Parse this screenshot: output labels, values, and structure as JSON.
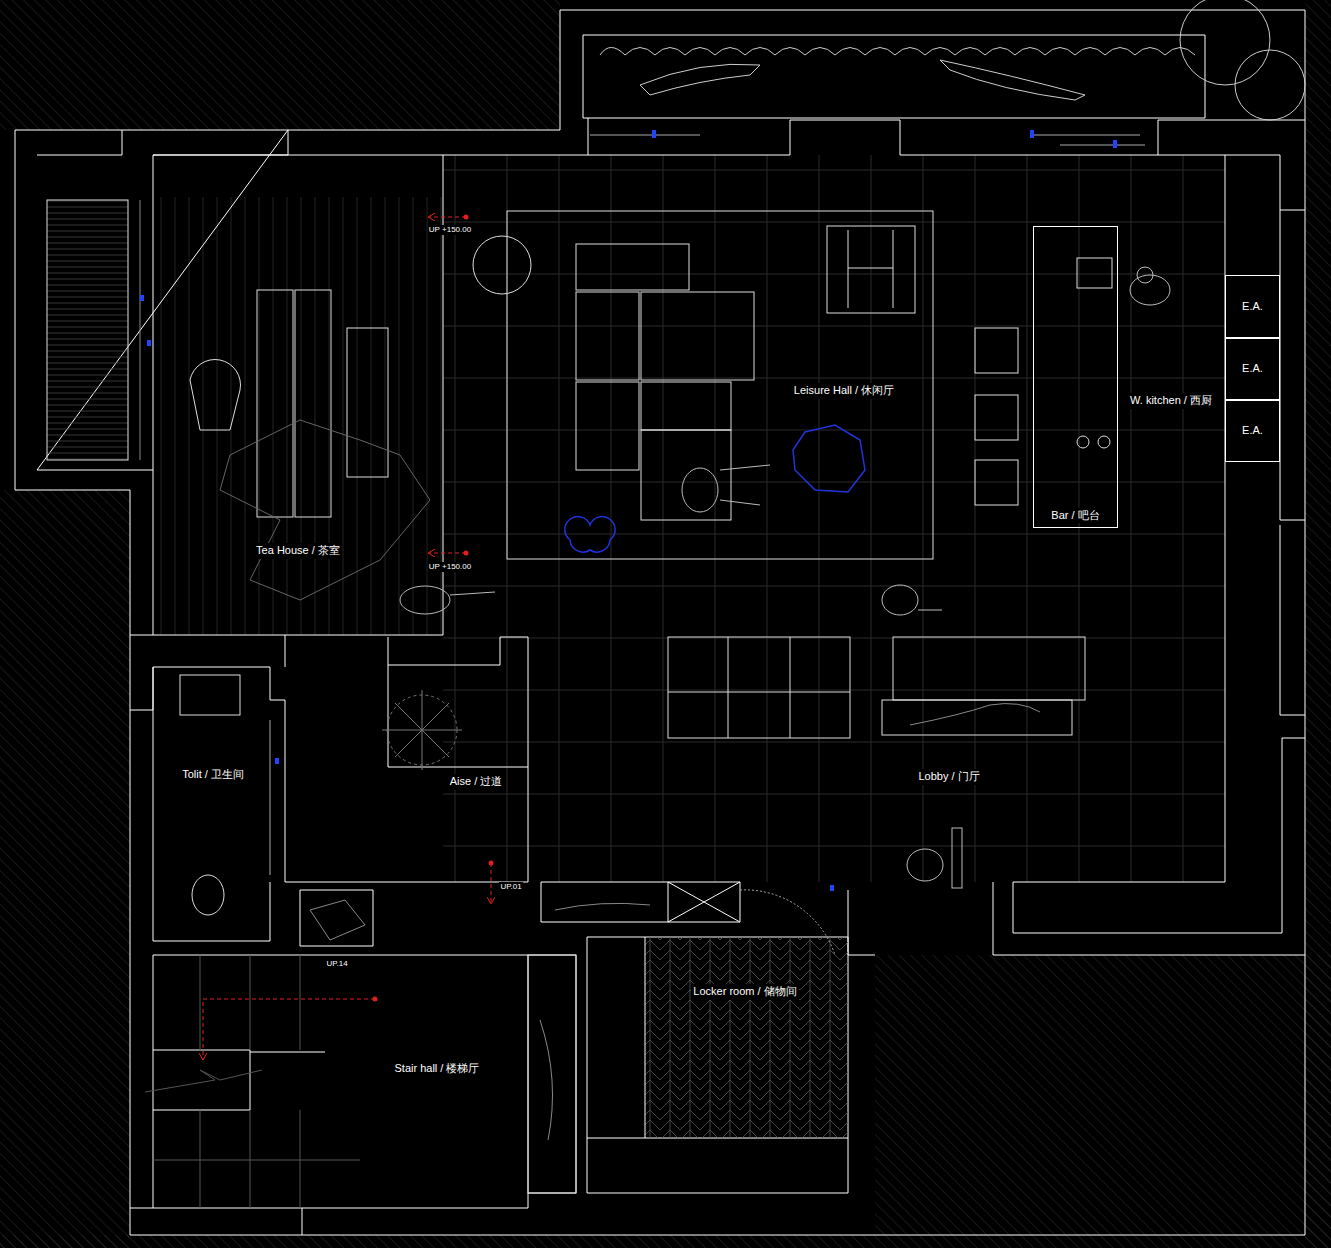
{
  "diagram": {
    "nodes": [
      {
        "text": [
          "Bar / 吧台"
        ]
      },
      {
        "text": [
          "E.A."
        ]
      },
      {
        "text": [
          "E.A."
        ]
      },
      {
        "text": [
          "E.A."
        ]
      }
    ],
    "labels": [
      "UP +150.00",
      "Leisure Hall / 休闲厅",
      "W. kitchen / 西厨",
      "Tea House / 茶室",
      "UP +150.00",
      "Tolit / 卫生间",
      "Aise / 过道",
      "Lobby / 门厅",
      "UP.01",
      "UP.14",
      "Stair hall / 楼梯厅",
      "Locker room / 储物间"
    ]
  }
}
